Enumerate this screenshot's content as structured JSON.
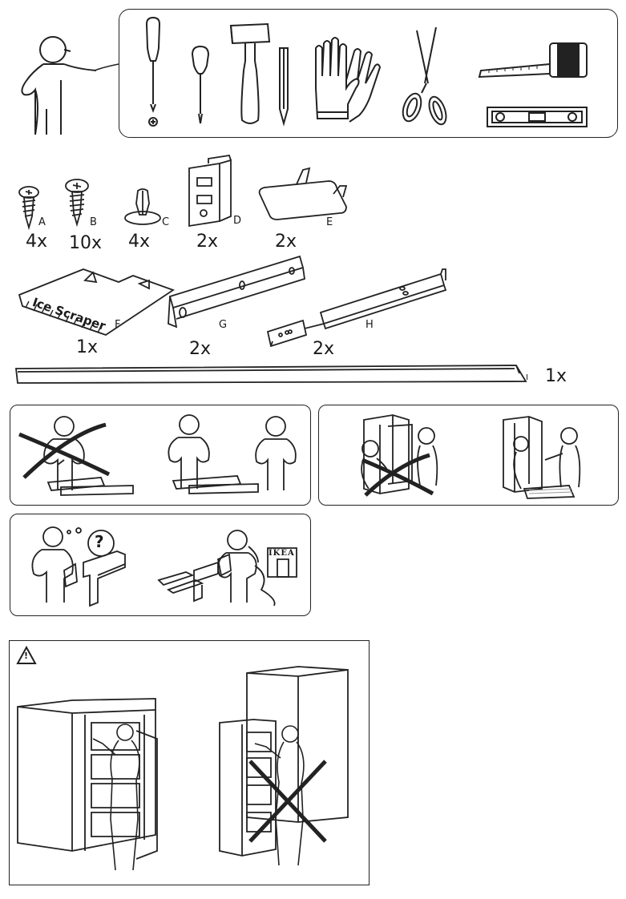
{
  "parts": [
    {
      "letter": "A",
      "qty": "4x"
    },
    {
      "letter": "B",
      "qty": "10x"
    },
    {
      "letter": "C",
      "qty": "4x"
    },
    {
      "letter": "D",
      "qty": "2x"
    },
    {
      "letter": "E",
      "qty": "2x"
    },
    {
      "letter": "F",
      "qty": "1x"
    },
    {
      "letter": "G",
      "qty": "2x"
    },
    {
      "letter": "H",
      "qty": "2x"
    },
    {
      "letter": "I",
      "qty": "1x"
    }
  ],
  "scraper_text": "Ice Scraper",
  "store_sign": "IKEA",
  "help_symbol": "?",
  "tools": [
    "phillips-screwdriver-icon",
    "flat-screwdriver-icon",
    "mallet-icon",
    "pencil-icon",
    "gloves-icon",
    "scissors-icon",
    "tape-measure-icon",
    "spirit-level-icon"
  ],
  "warning_symbol": "!"
}
